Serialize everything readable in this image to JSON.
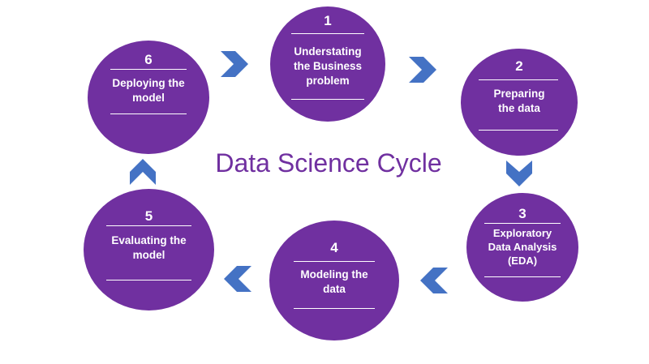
{
  "title": "Data Science Cycle",
  "steps": [
    {
      "number": "1",
      "label_line1": "Understating",
      "label_line2": "the Business",
      "label_line3": "problem"
    },
    {
      "number": "2",
      "label_line1": "Preparing",
      "label_line2": "the data"
    },
    {
      "number": "3",
      "label_line1": "Exploratory",
      "label_line2": "Data Analysis",
      "label_line3": "(EDA)"
    },
    {
      "number": "4",
      "label_line1": "Modeling the",
      "label_line2": "data"
    },
    {
      "number": "5",
      "label_line1": "Evaluating the",
      "label_line2": "model"
    },
    {
      "number": "6",
      "label_line1": "Deploying the",
      "label_line2": "model"
    }
  ],
  "colors": {
    "circle": "#7030A0",
    "arrow": "#4472C4",
    "title": "#7030A0"
  }
}
